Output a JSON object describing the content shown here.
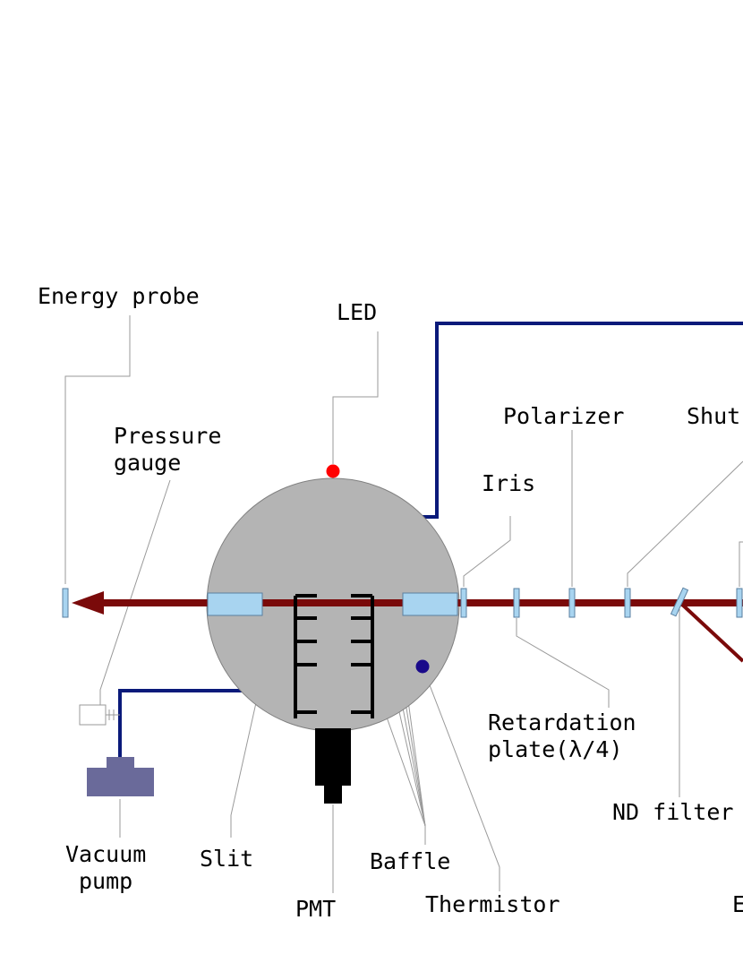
{
  "labels": {
    "energy_probe": "Energy probe",
    "led": "LED",
    "pressure_gauge_line1": "Pressure",
    "pressure_gauge_line2": "gauge",
    "polarizer": "Polarizer",
    "shutter_partial": "Shut",
    "iris": "Iris",
    "retardation_line1": "Retardation",
    "retardation_line2": "plate(λ/4)",
    "nd_filter": "ND filter",
    "vacuum_line1": "Vacuum",
    "vacuum_line2": "pump",
    "slit": "Slit",
    "baffle": "Baffle",
    "pmt": "PMT",
    "thermistor": "Thermistor",
    "partial_e": "E"
  },
  "colors": {
    "chamber": "#b4b4b4",
    "beam": "#7a0a0a",
    "vacuum_line": "#0a1a7a",
    "optic": "#a8d4f0",
    "led": "#ff0000",
    "thermistor": "#1a0a8a",
    "vacuum_pump": "#6a6a9a",
    "pmt": "#000000",
    "leader": "#9a9a9a"
  }
}
